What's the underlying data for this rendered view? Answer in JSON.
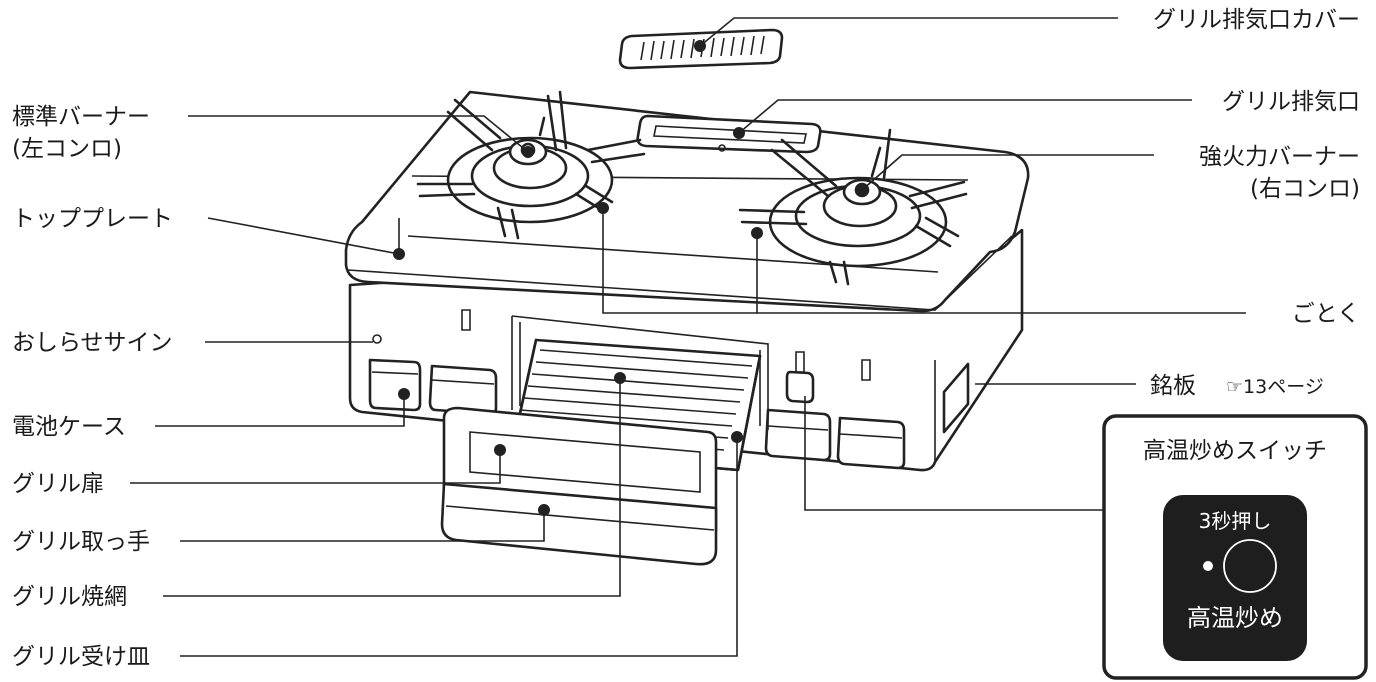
{
  "labels": {
    "grill_exhaust_cover": "グリル排気口カバー",
    "grill_exhaust": "グリル排気口",
    "strong_burner_line1": "強火力バーナー",
    "strong_burner_line2": "(右コンロ)",
    "standard_burner_line1": "標準バーナー",
    "standard_burner_line2": "(左コンロ)",
    "top_plate": "トッププレート",
    "trivet": "ごとく",
    "notice_sign": "おしらせサイン",
    "nameplate": "銘板",
    "nameplate_ref": "☞13ページ",
    "battery_case": "電池ケース",
    "grill_door": "グリル扉",
    "grill_handle": "グリル取っ手",
    "grill_grate": "グリル焼網",
    "grill_tray": "グリル受け皿"
  },
  "inset": {
    "title": "高温炒めスイッチ",
    "hold_text": "3秒押し",
    "button_label": "高温炒め"
  }
}
